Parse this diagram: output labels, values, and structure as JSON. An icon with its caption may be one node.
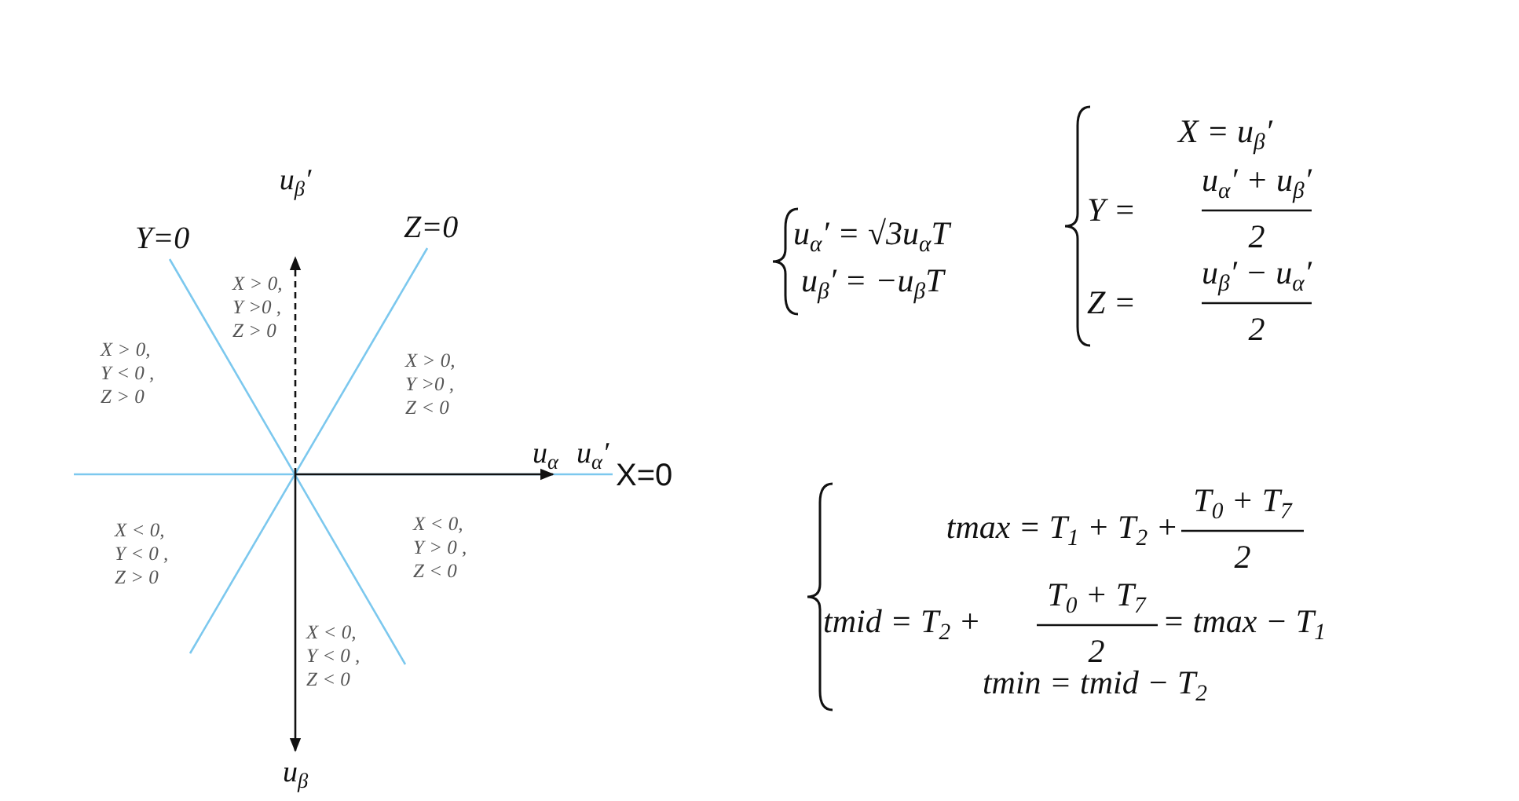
{
  "diagram": {
    "labels": [
      "u$_{β}$′",
      "Y=0",
      "Z=0",
      "X > 0, Y >0 , Z > 0",
      "X > 0, Y < 0 , Z > 0",
      "X > 0, Y >0 , Z < 0",
      "u$_{α}$",
      "u$_{α}$′",
      "X=0",
      "X < 0, Y < 0 , Z > 0",
      "X < 0, Y > 0 , Z < 0",
      "X < 0, Y < 0 , Z < 0",
      "u$_{β}$",
      "u$_{α}$′ = √3u$_{α}$T",
      "u$_{β}$′ = −u$_{β}$T",
      "X = u$_{β}$′",
      "Y =",
      "u$_{α}$′ + u$_{β}$′",
      "2",
      "Z =",
      "u$_{β}$′ − u$_{α}$′",
      "2",
      "tmax = T$_{1}$ + T$_{2}$ +",
      "T$_{0}$ + T$_{7}$",
      "2",
      "tmid =  T$_{2}$ +",
      "T$_{0}$ + T$_{7}$",
      "2",
      "= tmax − T$_{1}$",
      "tmin = tmid − T$_{2}$"
    ]
  }
}
